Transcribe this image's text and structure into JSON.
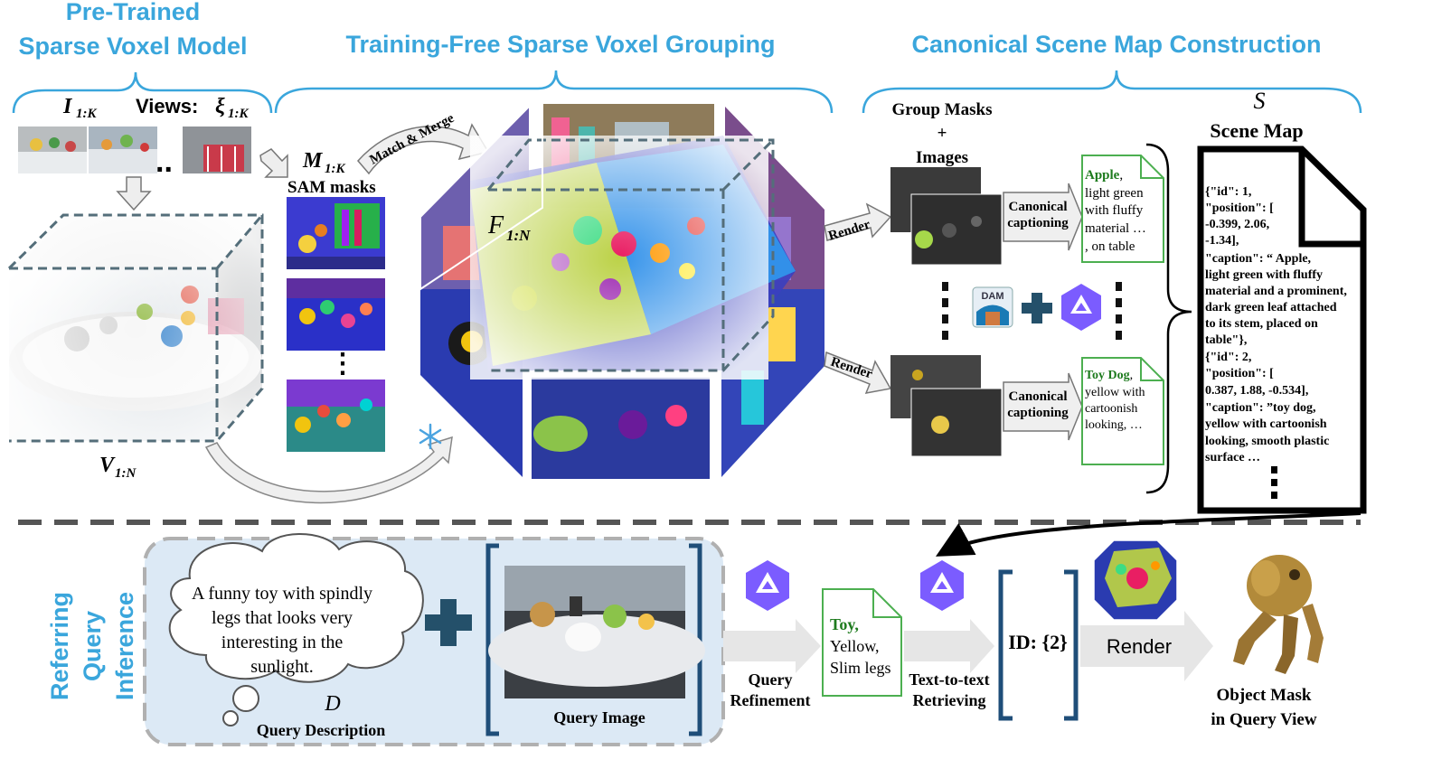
{
  "sections": {
    "pretrained": [
      "Pre-Trained",
      "Sparse Voxel Model"
    ],
    "grouping": "Training-Free Sparse Voxel Grouping",
    "canonical": "Canonical Scene Map Construction",
    "inference": [
      "Referring",
      "Query",
      "Inference"
    ]
  },
  "pretrained": {
    "images_symbol": "I",
    "images_sub": "1:K",
    "views_label": "Views: ",
    "views_symbol": "ξ",
    "views_sub": "1:K",
    "ellipsis": "..",
    "voxels_symbol": "V",
    "voxels_sub": "1:N"
  },
  "grouping": {
    "masks_symbol": "M",
    "masks_sub": "1:K",
    "sam_label": "SAM masks",
    "match_merge": "Match & Merge",
    "features_symbol": "F",
    "features_sub": "1:N",
    "vdots": "⋮"
  },
  "canonical": {
    "group_masks": "Group Masks",
    "plus": "+",
    "images": "Images",
    "render": "Render",
    "captioning": [
      "Canonical",
      "captioning"
    ],
    "dam": "DAM",
    "caption1_head": "Apple",
    "caption1_lines": [
      ",",
      "light green",
      "with fluffy",
      "material …",
      ", on table"
    ],
    "caption2_head": "Toy Dog",
    "caption2_lines": [
      ",",
      "yellow with",
      "cartoonish",
      "looking, …"
    ],
    "scene_symbol": "S",
    "scene_map": "Scene Map",
    "scene_json": [
      "{\"id\": 1,",
      "\"position\": [",
      "-0.399, 2.06,",
      "-1.34],",
      "\"caption\": “ Apple,",
      "light green with fluffy",
      "material and a prominent,",
      "dark green leaf attached",
      "to its stem, placed on",
      "table\"},",
      "{\"id\": 2,",
      "\"position\": [",
      "0.387, 1.88, -0.534],",
      "\"caption\": ”toy dog,",
      "yellow with cartoonish",
      "looking, smooth plastic",
      "surface …"
    ]
  },
  "inference": {
    "description": [
      "A funny toy with spindly",
      "legs that looks very",
      "interesting in the",
      "sunlight."
    ],
    "d_symbol": "D",
    "query_description": "Query Description",
    "query_image": "Query Image",
    "query_refinement": [
      "Query",
      "Refinement"
    ],
    "refined_head": "Toy,",
    "refined_lines": [
      "Yellow,",
      "Slim legs"
    ],
    "retrieving": [
      "Text-to-text",
      "Retrieving"
    ],
    "id_result": "ID: {2}",
    "render": "Render",
    "object_mask": [
      "Object Mask",
      "in Query View"
    ]
  },
  "colors": {
    "section_title": "#3aa6dc",
    "caption_green": "#4caf50",
    "caption_head": "#1e7b1e",
    "panel_blue": "#dce9f5",
    "bracket_dark": "#1f4e79",
    "plus_dark": "#24506a",
    "qwen_purple": "#7b5cff"
  },
  "icons": [
    "snowflake-icon",
    "qwen-logo-icon",
    "dam-logo-icon",
    "thought-cloud-icon",
    "plus-icon"
  ]
}
